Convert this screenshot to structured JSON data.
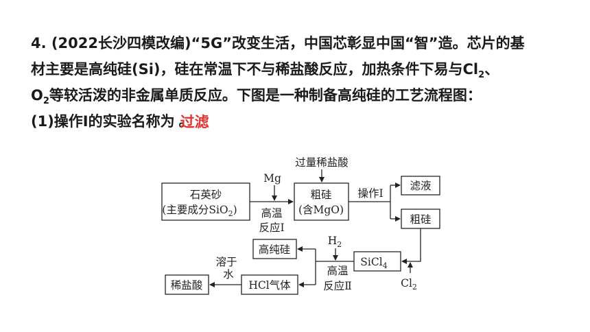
{
  "question": {
    "line1": "4. (2022长沙四模改编)“5G”改变生活，中国芯彰显中国“智”造。芯片的基",
    "line2a": "材主要是高纯硅(Si)，硅在常温下不与稀盐酸反应，加热条件下易与Cl",
    "line2sub": "2",
    "line2b": "、",
    "line3a": "O",
    "line3sub": "2",
    "line3b": "等较活泼的非金属单质反应。下图是一种制备高纯硅的工艺流程图：",
    "line4a": "(1)操作I的实验名称为",
    "answer": "过滤",
    "line4b": "。"
  },
  "diagram": {
    "quartz_line1": "石英砂",
    "quartz_line2": "(主要成分SiO",
    "quartz_sub": "2",
    "quartz_close": ")",
    "mg": "Mg",
    "high_temp_1": "高温",
    "reaction_1": "反应Ⅰ",
    "excess_hcl": "过量稀盐酸",
    "crude_si_line1": "粗硅",
    "crude_si_line2": "(含MgO)",
    "operation_1": "操作Ⅰ",
    "filtrate": "滤液",
    "crude_si": "粗硅",
    "cl2": "Cl",
    "cl2_sub": "2",
    "sicl4": "SiCl",
    "sicl4_sub": "4",
    "h2": "H",
    "h2_sub": "2",
    "high_temp_2": "高温",
    "reaction_2": "反应Ⅱ",
    "pure_si": "高纯硅",
    "hcl_gas": "HCl气体",
    "dissolve_1": "溶于",
    "dissolve_2": "水",
    "dilute_hcl": "稀盐酸"
  }
}
